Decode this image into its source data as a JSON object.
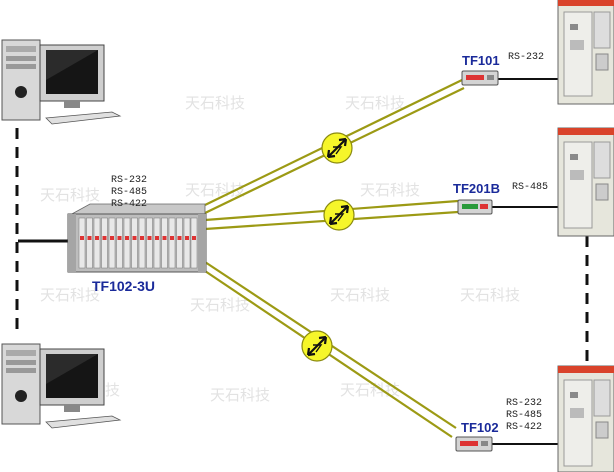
{
  "central_device": {
    "name": "TF102-3U",
    "protocols": [
      "RS-232",
      "RS-485",
      "RS-422"
    ]
  },
  "remote_devices": [
    {
      "name": "TF101",
      "protocols": [
        "RS-232"
      ]
    },
    {
      "name": "TF201B",
      "protocols": [
        "RS-485"
      ]
    },
    {
      "name": "TF102",
      "protocols": [
        "RS-232",
        "RS-485",
        "RS-422"
      ]
    }
  ],
  "watermark_text": "天石科技",
  "colors": {
    "fiber": "#9c9a14",
    "title": "#1a2a9a",
    "lightning": "#f6f62a",
    "cabinet": "#e6e6dc",
    "cabinet_header": "#d9432a"
  }
}
